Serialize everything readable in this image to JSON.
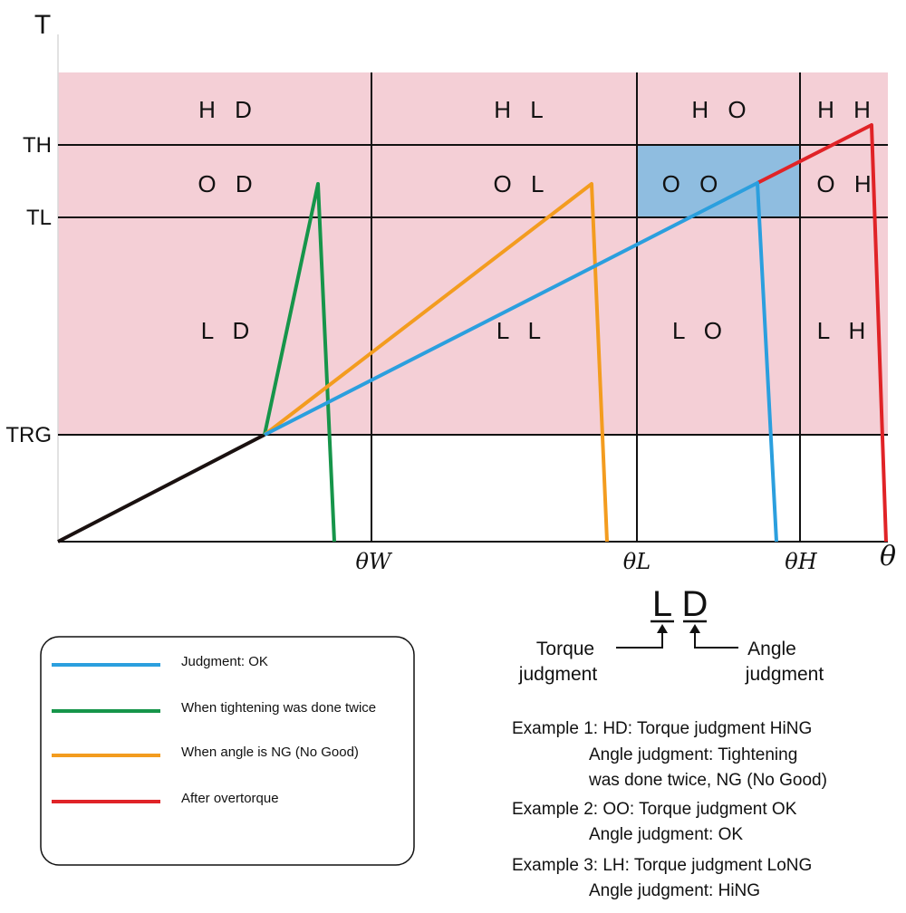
{
  "axes": {
    "y_label": "T",
    "x_label": "θ",
    "y_ticks": [
      "TH",
      "TL",
      "TRG"
    ],
    "x_ticks": [
      "θW",
      "θL",
      "θH"
    ]
  },
  "zones": {
    "HD": "H D",
    "HL": "H L",
    "HO": "H O",
    "HH": "H H",
    "OD": "O D",
    "OL": "O L",
    "OO": "O O",
    "OH": "O H",
    "LD": "L D",
    "LL": "L L",
    "LO": "L O",
    "LH": "L H"
  },
  "judgment_key": {
    "torque_letter": "L",
    "angle_letter": "D",
    "torque_label": [
      "Torque",
      "judgment"
    ],
    "angle_label": [
      "Angle",
      "judgment"
    ]
  },
  "legend": [
    {
      "label": "Judgment: OK",
      "color": "#2b9fde"
    },
    {
      "label": "When tightening was done twice",
      "color": "#16954a"
    },
    {
      "label": "When angle is NG (No Good)",
      "color": "#f39c1f"
    },
    {
      "label": "After overtorque",
      "color": "#e02327"
    }
  ],
  "examples": [
    "Example 1: HD: Torque judgment HiNG",
    "Angle judgment: Tightening",
    "was done twice, NG (No Good)",
    "Example 2: OO: Torque judgment OK",
    "Angle judgment: OK",
    "Example 3: LH: Torque judgment LoNG",
    "Angle judgment: HiNG"
  ],
  "colors": {
    "zone_fill": "#f4cfd6",
    "ok_zone_fill": "#8fbde0",
    "grid": "#111111",
    "initial_curve": "#1a1110"
  }
}
